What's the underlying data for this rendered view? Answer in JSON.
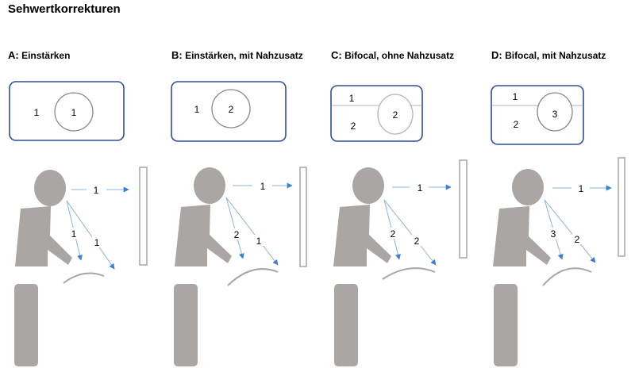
{
  "title": "Sehwertkorrekturen",
  "panels": [
    {
      "letter": "A:",
      "heading": "Einstärken",
      "glasses": {
        "upper_text": "",
        "left_text": "1",
        "lower_text": "",
        "lens_text": "1",
        "bifocal": false
      },
      "gaze": {
        "far": "1",
        "near_left": "1",
        "near_right": "1"
      }
    },
    {
      "letter": "B:",
      "heading": "Einstärken, mit Nahzusatz",
      "glasses": {
        "upper_text": "",
        "left_text": "1",
        "lower_text": "",
        "lens_text": "2",
        "bifocal": false
      },
      "gaze": {
        "far": "1",
        "near_left": "2",
        "near_right": "1"
      }
    },
    {
      "letter": "C:",
      "heading": "Bifocal, ohne Nahzusatz",
      "glasses": {
        "upper_text": "1",
        "left_text": "",
        "lower_text": "2",
        "lens_text": "2",
        "bifocal": true
      },
      "gaze": {
        "far": "1",
        "near_left": "2",
        "near_right": "2"
      }
    },
    {
      "letter": "D:",
      "heading": "Bifocal, mit Nahzusatz",
      "glasses": {
        "upper_text": "1",
        "left_text": "",
        "lower_text": "2",
        "lens_text": "3",
        "bifocal": true
      },
      "gaze": {
        "far": "1",
        "near_left": "3",
        "near_right": "2"
      }
    }
  ],
  "colors": {
    "box_border": "#2f4f8f",
    "figure": "#a9a6a4",
    "arrow": "#3f7fc8",
    "arrow_line": "#8bb4dc"
  }
}
